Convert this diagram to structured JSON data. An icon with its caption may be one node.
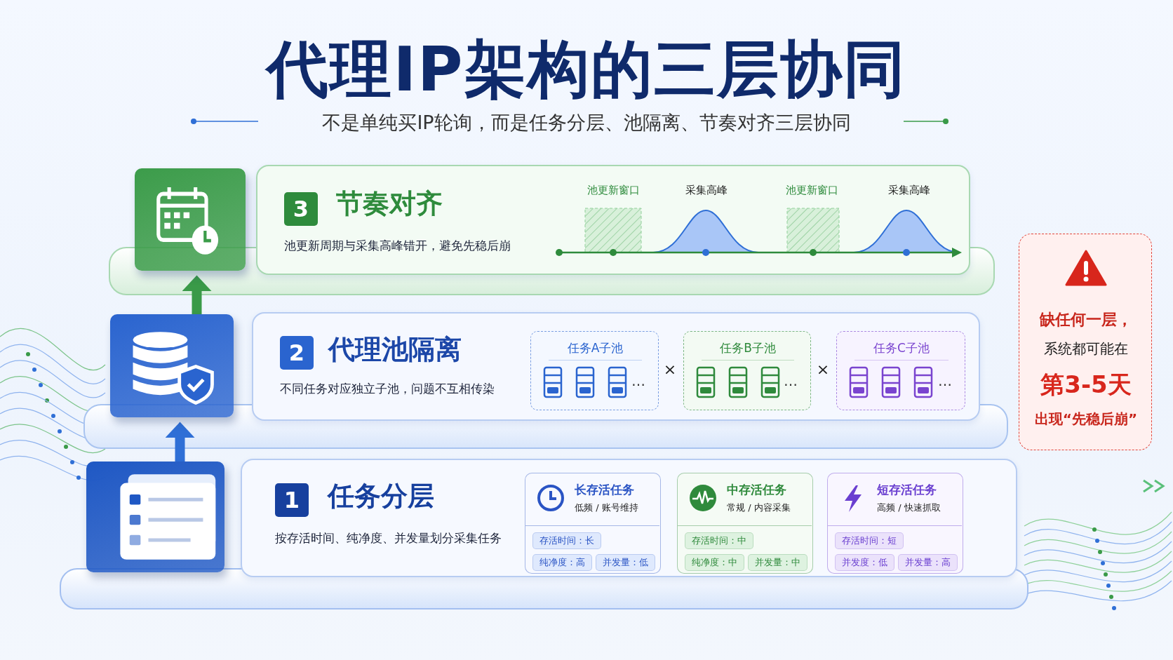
{
  "diagram": {
    "title": "代理IP架构的三层协同",
    "nodes": [
      {
        "text": [],
        "shape": "picture"
      },
      {
        "text": [
          "3",
          "节奏对齐",
          "池更新周期与采集高峰错开，避免先稳后崩"
        ]
      },
      {
        "text": [],
        "shape": "picture"
      },
      {
        "text": [
          "2",
          "代理池隔离",
          "不同任务对应独立子池，问题不互相传染"
        ]
      },
      {
        "text": [
          "任务A子池",
          "…"
        ],
        "in": 3
      },
      {
        "text": [
          "任务B子池",
          "…"
        ],
        "in": 3
      },
      {
        "text": [
          "任务C子池",
          "…"
        ],
        "in": 3
      },
      {
        "text": [],
        "shape": "picture"
      },
      {
        "text": [
          "1",
          "任务分层",
          "按存活时间、纯净度、并发量划分采集任务"
        ]
      },
      {
        "text": [
          "长存活任务",
          "低频 / 账号维持",
          "存活时间：长",
          "纯净度：高",
          "并发量：低"
        ],
        "in": 8
      },
      {
        "text": [
          "中存活任务",
          "常规 / 内容采集",
          "存活时间：中",
          "纯净度：中",
          "并发量：中"
        ],
        "in": 8
      },
      {
        "text": [
          "短存活任务",
          "高频 / 快速抓取",
          "存活时间：短",
          "并发度：低",
          "并发量：高"
        ],
        "in": 8
      },
      {
        "text": [
          "缺任何一层，",
          "系统都可能在",
          "第3-5天",
          "出现“先稳后崩”"
        ]
      }
    ],
    "edges": [
      {
        "from": 7,
        "to": 2,
        "arrow": "to"
      },
      {
        "from": 2,
        "to": 0,
        "arrow": "to",
        "color": "#3a9a48"
      }
    ],
    "labels": [
      "不是单纯买IP轮询，而是任务分层、池隔离、节奏对齐三层协同",
      "池更新窗口",
      "采集高峰",
      "池更新窗口",
      "采集高峰",
      "×",
      "×"
    ]
  }
}
